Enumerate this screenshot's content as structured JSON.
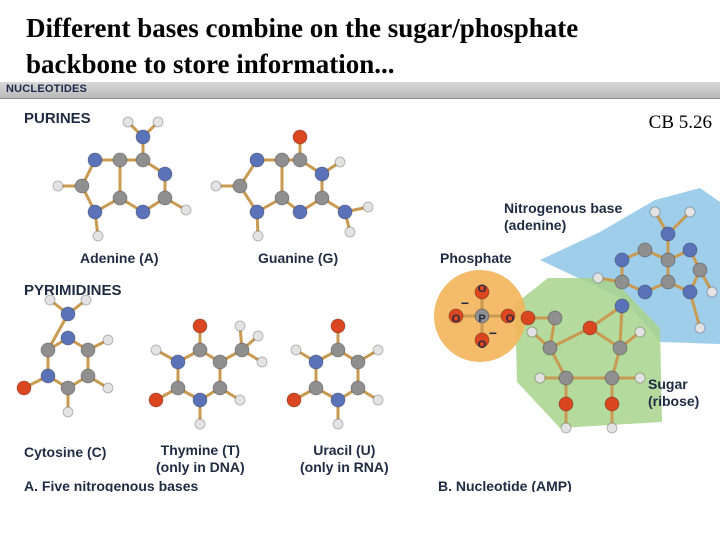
{
  "slide": {
    "title_line1": "Different bases combine on the sugar/phosphate",
    "title_line2": "backbone to store information...",
    "reference": "CB 5.26"
  },
  "figure": {
    "header": "NUCLEOTIDES",
    "purines_heading": "PURINES",
    "pyrimidines_heading": "PYRIMIDINES",
    "bases": {
      "adenine": "Adenine (A)",
      "guanine": "Guanine (G)",
      "cytosine": "Cytosine (C)",
      "thymine": "Thymine (T)",
      "thymine_note": "(only in DNA)",
      "uracil": "Uracil (U)",
      "uracil_note": "(only in RNA)"
    },
    "panel_a_caption": "A. Five nitrogenous bases",
    "panel_b_caption": "B. Nucleotide (AMP)",
    "nucleotide": {
      "base_label_line1": "Nitrogenous base",
      "base_label_line2": "(adenine)",
      "phosphate_label": "Phosphate",
      "sugar_label_line1": "Sugar",
      "sugar_label_line2": "(ribose)",
      "phosphate_atoms": [
        "O",
        "O",
        "P",
        "O",
        "O"
      ],
      "charges": [
        "−",
        "−"
      ]
    },
    "colors": {
      "carbon": "#8f8f8f",
      "nitrogen": "#5a72b8",
      "oxygen": "#d9461f",
      "hydrogen": "#e3e3e3",
      "bond": "#c89a52",
      "base_region": "#8ec6e8",
      "sugar_region": "#a8d48c",
      "phosphate_region": "#f2b45a"
    }
  }
}
